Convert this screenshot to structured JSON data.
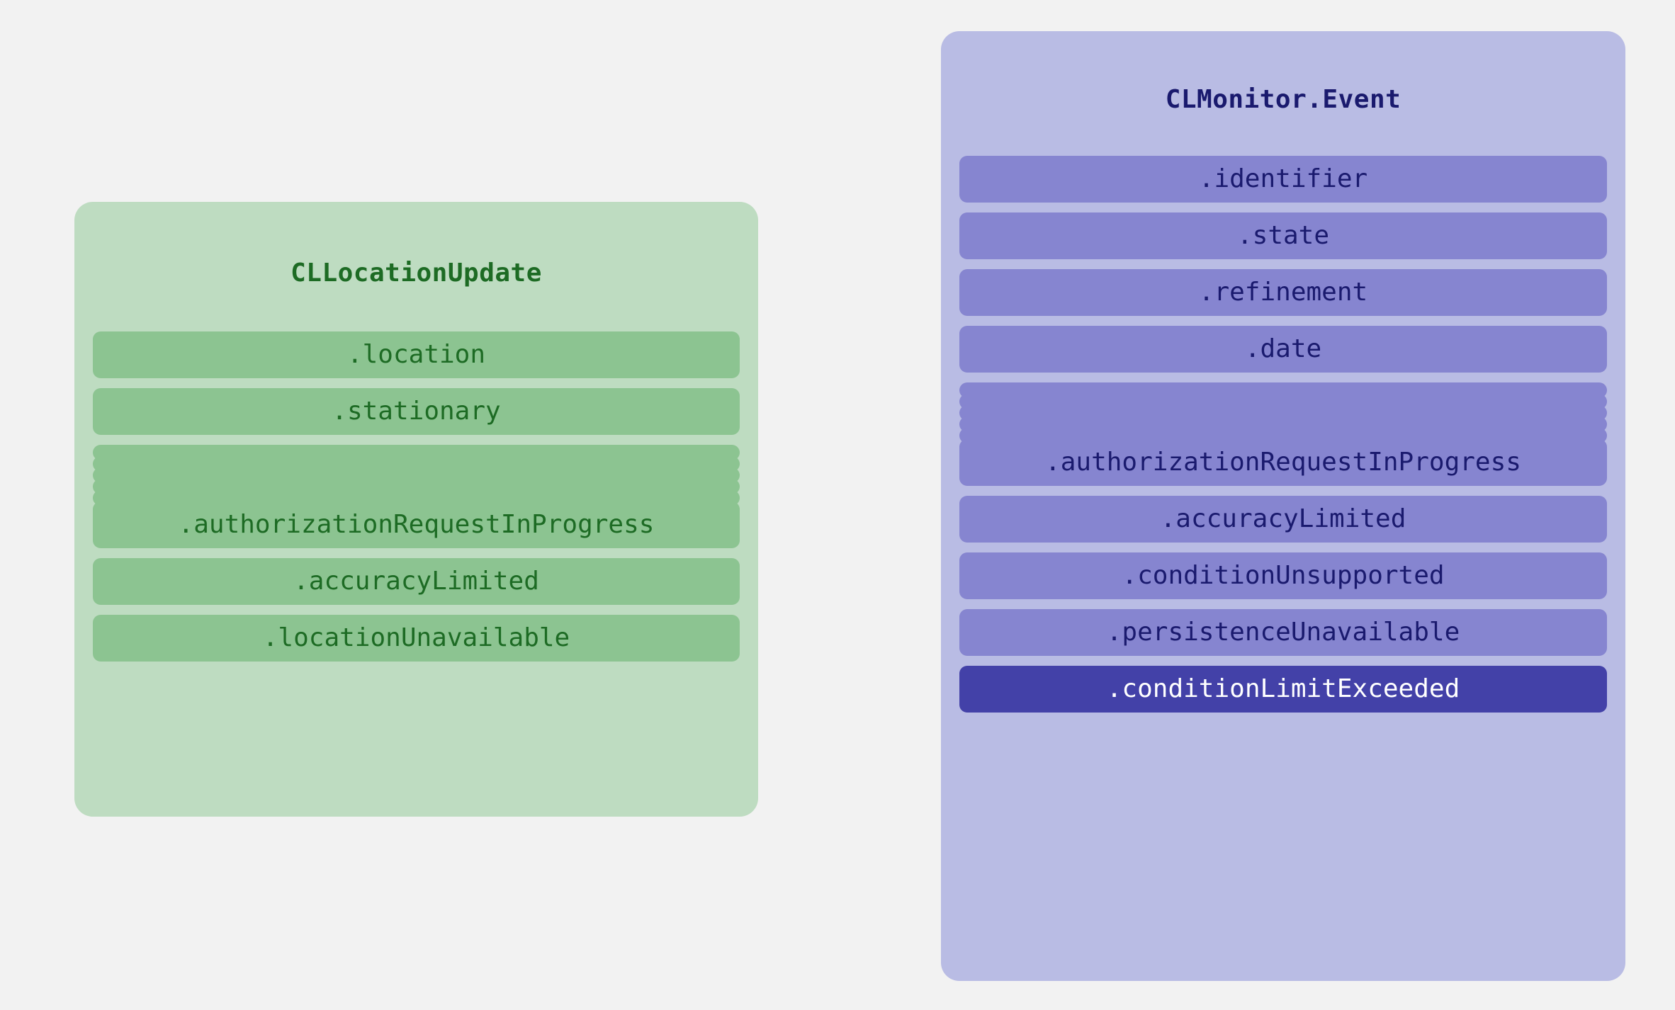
{
  "page": {
    "background_color": "#f2f2f2"
  },
  "cards": [
    {
      "id": "cllocationupdate",
      "title": "CLLocationUpdate",
      "accent_color": "#1d6b24",
      "card_background": "#bedcc1",
      "row_background": "#8cc491",
      "rows": [
        {
          "label": ".location",
          "style": "normal"
        },
        {
          "label": ".stationary",
          "style": "normal"
        },
        {
          "label": ".authorizationRequestInProgress",
          "style": "stacked"
        },
        {
          "label": ".accuracyLimited",
          "style": "normal"
        },
        {
          "label": ".locationUnavailable",
          "style": "normal"
        }
      ],
      "collapsed_slice_count": 5
    },
    {
      "id": "clmonitor-event",
      "title": "CLMonitor.Event",
      "accent_color": "#1a1a6e",
      "card_background": "#b9bce4",
      "row_background": "#8685d0",
      "highlight_background": "#4341a8",
      "highlight_text_color": "#ffffff",
      "rows": [
        {
          "label": ".identifier",
          "style": "normal"
        },
        {
          "label": ".state",
          "style": "normal"
        },
        {
          "label": ".refinement",
          "style": "normal"
        },
        {
          "label": ".date",
          "style": "normal"
        },
        {
          "label": ".authorizationRequestInProgress",
          "style": "stacked"
        },
        {
          "label": ".accuracyLimited",
          "style": "normal"
        },
        {
          "label": ".conditionUnsupported",
          "style": "normal"
        },
        {
          "label": ".persistenceUnavailable",
          "style": "normal"
        },
        {
          "label": ".conditionLimitExceeded",
          "style": "highlight"
        }
      ],
      "collapsed_slice_count": 5
    }
  ]
}
